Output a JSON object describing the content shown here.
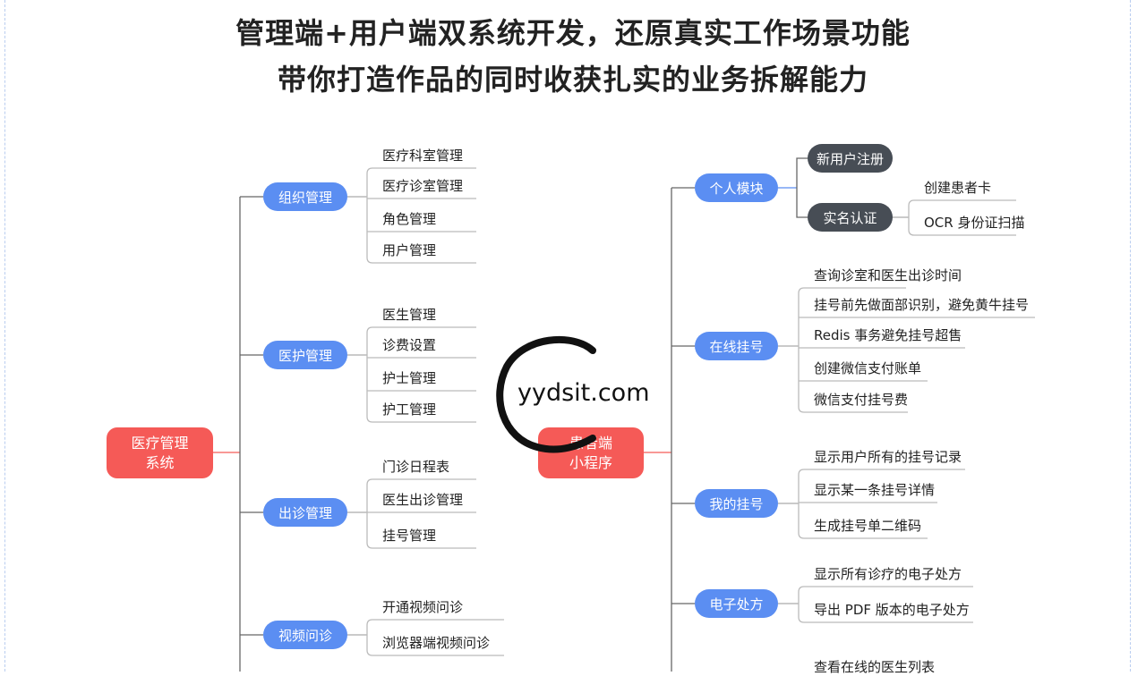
{
  "heading": {
    "line1": "管理端+用户端双系统开发，还原真实工作场景功能",
    "line2": "带你打造作品的同时收获扎实的业务拆解能力"
  },
  "colors": {
    "root": "#f55a57",
    "branch": "#5b8ef2",
    "sub_branch": "#474d55",
    "line": "#666666",
    "root_line": "#f55a57"
  },
  "admin": {
    "root_line1": "医疗管理",
    "root_line2": "系统",
    "branches": [
      {
        "label": "组织管理",
        "items": [
          "医疗科室管理",
          "医疗诊室管理",
          "角色管理",
          "用户管理"
        ]
      },
      {
        "label": "医护管理",
        "items": [
          "医生管理",
          "诊费设置",
          "护士管理",
          "护工管理"
        ]
      },
      {
        "label": "出诊管理",
        "items": [
          "门诊日程表",
          "医生出诊管理",
          "挂号管理"
        ]
      },
      {
        "label": "视频问诊",
        "items": [
          "开通视频问诊",
          "浏览器端视频问诊"
        ]
      }
    ]
  },
  "patient": {
    "root_line1": "患者端",
    "root_line2": "小程序",
    "branches": [
      {
        "label": "个人模块",
        "subs": [
          {
            "label": "新用户注册",
            "items": []
          },
          {
            "label": "实名认证",
            "items": [
              "创建患者卡",
              "OCR 身份证扫描"
            ]
          }
        ]
      },
      {
        "label": "在线挂号",
        "items": [
          "查询诊室和医生出诊时间",
          "挂号前先做面部识别，避免黄牛挂号",
          "Redis 事务避免挂号超售",
          "创建微信支付账单",
          "微信支付挂号费"
        ]
      },
      {
        "label": "我的挂号",
        "items": [
          "显示用户所有的挂号记录",
          "显示某一条挂号详情",
          "生成挂号单二维码"
        ]
      },
      {
        "label": "电子处方",
        "items": [
          "显示所有诊疗的电子处方",
          "导出 PDF 版本的电子处方"
        ]
      },
      {
        "label": "",
        "items": [
          "查看在线的医生列表"
        ]
      }
    ]
  },
  "watermark": {
    "text": "yydsit.com"
  }
}
